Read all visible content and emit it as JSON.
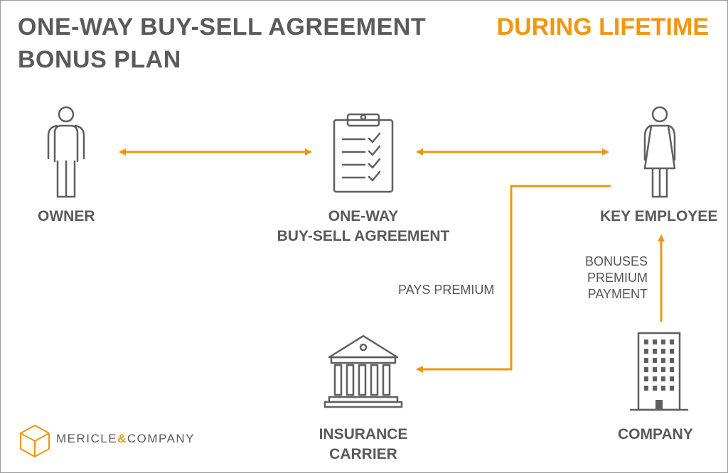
{
  "header": {
    "title_line1": "ONE-WAY BUY-SELL AGREEMENT",
    "title_line2": "BONUS PLAN",
    "subtitle": "DURING LIFETIME"
  },
  "nodes": {
    "owner": {
      "label": "OWNER",
      "icon": "man-icon"
    },
    "agreement": {
      "label_line1": "ONE-WAY",
      "label_line2": "BUY-SELL AGREEMENT",
      "icon": "clipboard-checklist-icon"
    },
    "key_employee": {
      "label": "KEY EMPLOYEE",
      "icon": "woman-icon"
    },
    "insurance_carrier": {
      "label_line1": "INSURANCE",
      "label_line2": "CARRIER",
      "icon": "bank-building-icon"
    },
    "company": {
      "label": "COMPANY",
      "icon": "office-building-icon"
    }
  },
  "flows": {
    "pays_premium": "PAYS PREMIUM",
    "bonuses_line1": "BONUSES",
    "bonuses_line2": "PREMIUM",
    "bonuses_line3": "PAYMENT"
  },
  "logo": {
    "name_part1": "MERICLE",
    "ampersand": "&",
    "name_part2": "COMPANY",
    "icon": "cube-logo-icon"
  },
  "colors": {
    "accent": "#f0960f",
    "text": "#595959",
    "icon_stroke": "#5f5f5f"
  }
}
